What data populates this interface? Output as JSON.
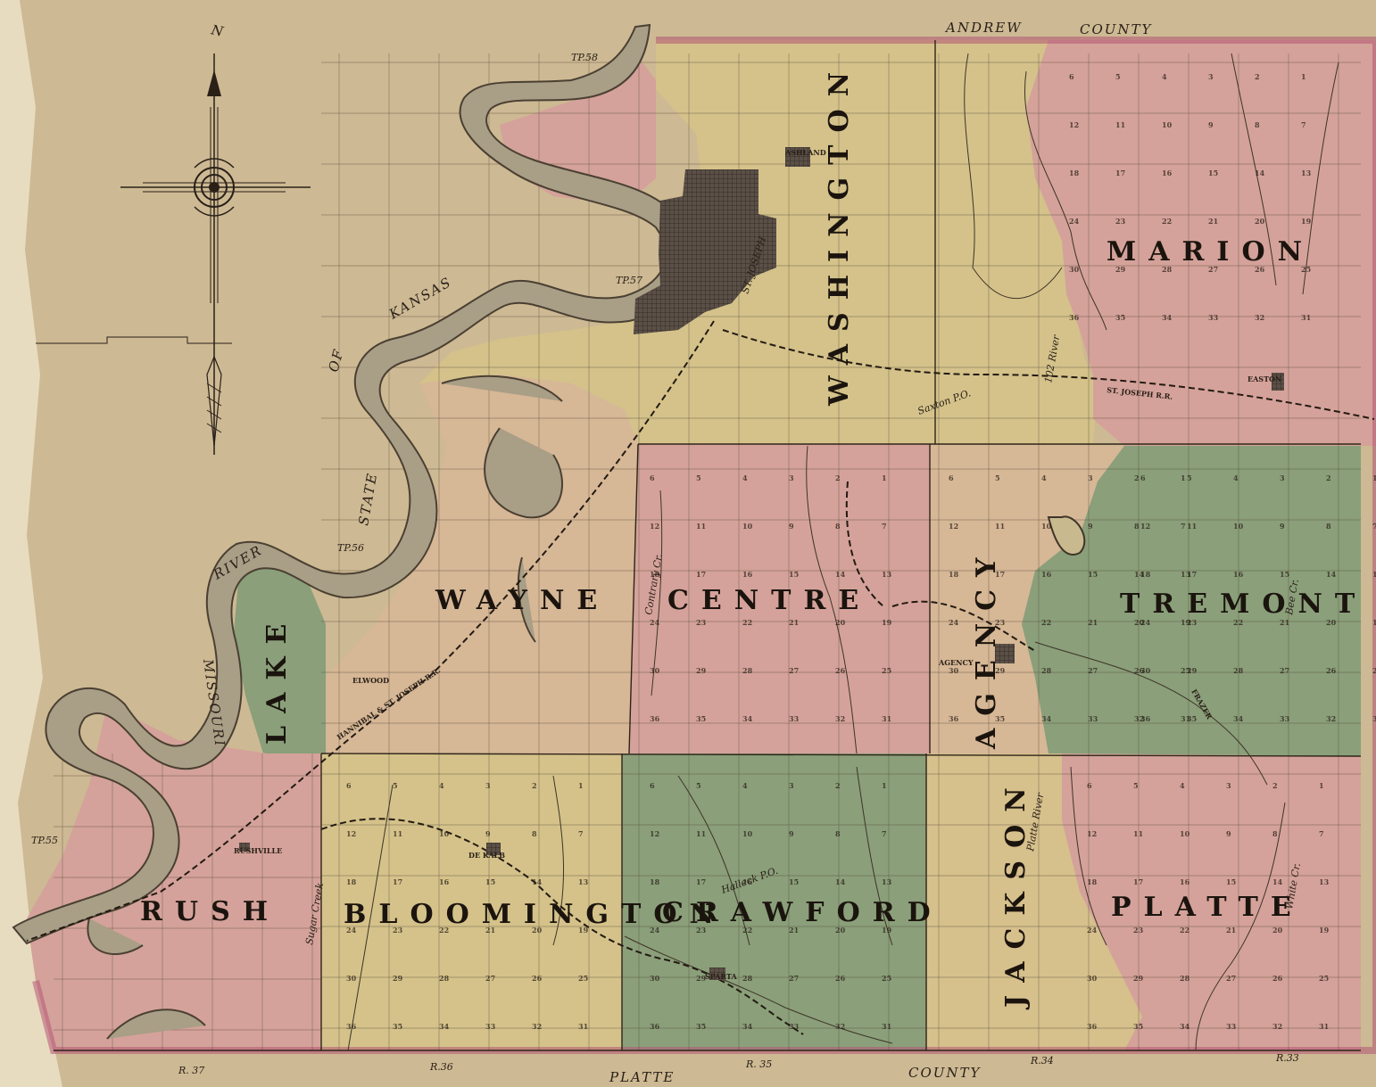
{
  "border_labels": {
    "north_a": "ANDREW",
    "north_b": "COUNTY",
    "south_a": "PLATTE",
    "south_b": "COUNTY",
    "west_kansas": "KANSAS",
    "west_of": "OF",
    "west_state": "STATE"
  },
  "north_arrow": "N",
  "river": {
    "name_a": "MISSOURI",
    "name_b": "RIVER"
  },
  "townships": {
    "washington": "WASHINGTON",
    "marion": "MARION",
    "wayne": "WAYNE",
    "centre": "CENTRE",
    "agency": "AGENCY",
    "tremont": "TREMONT",
    "lake": "LAKE",
    "rush": "RUSH",
    "bloomington": "BLOOMINGTON",
    "crawford": "CRAWFORD",
    "jackson": "JACKSON",
    "platte": "PLATTE"
  },
  "places": {
    "st_joseph": "ST. JOSEPH",
    "ashland": "ASHLAND",
    "easton": "EASTON",
    "agency_town": "AGENCY",
    "rushville": "RUSHVILLE",
    "dekalb": "DE KALB",
    "sparta": "SPARTA",
    "elwood": "ELWOOD",
    "saxton": "Saxton P.O.",
    "halleck": "Halleck P.O.",
    "frazer": "FRAZER"
  },
  "waters": {
    "platte_river": "Platte River",
    "contrary_cr": "Contrary Cr.",
    "sugar_creek": "Sugar Creek",
    "one_hundred_two": "102 River",
    "bee_creek": "Bee Cr.",
    "white_cr": "White Cr."
  },
  "railroads": {
    "st_joseph_rr": "ST. JOSEPH R.R.",
    "hannibal": "HANNIBAL & ST. JOSEPH R.R."
  },
  "township_rows": {
    "t58": "TP.58",
    "t57": "TP.57",
    "t56": "TP.56",
    "t55": "TP.55"
  },
  "ranges": {
    "r37": "R. 37",
    "r36": "R.36",
    "r35": "R. 35",
    "r34": "R.34",
    "r33": "R.33"
  },
  "colors": {
    "paper": "#cdb993",
    "pink": "#d4a29a",
    "yellow": "#d4c28a",
    "green": "#8a9f7a",
    "beige": "#d6b796",
    "city": "#5a5048",
    "border": "#b55675"
  },
  "section_numbers_sample": [
    "6",
    "5",
    "4",
    "3",
    "2",
    "1",
    "7",
    "8",
    "9",
    "10",
    "11",
    "12",
    "18",
    "17",
    "16",
    "15",
    "14",
    "13",
    "19",
    "20",
    "21",
    "22",
    "23",
    "24",
    "30",
    "29",
    "28",
    "27",
    "26",
    "25",
    "31",
    "32",
    "33",
    "34",
    "35",
    "36"
  ]
}
